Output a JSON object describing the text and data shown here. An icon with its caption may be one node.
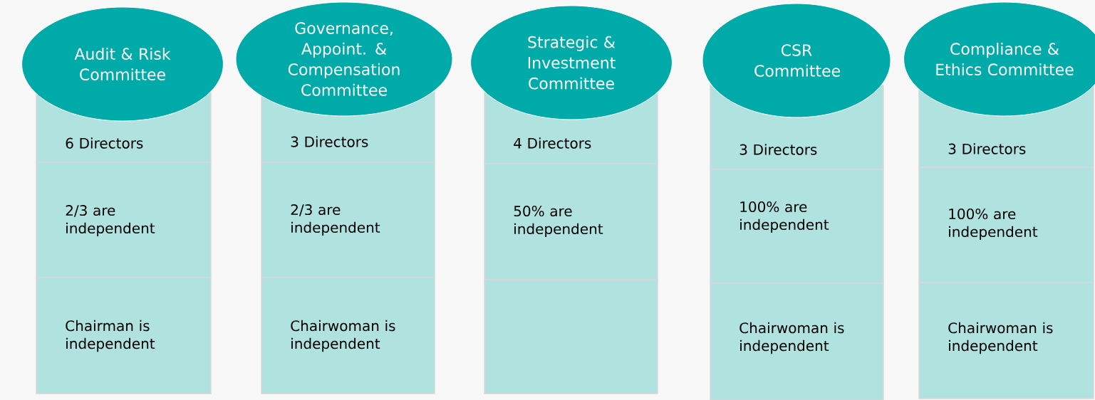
{
  "diagram": {
    "nodes": [
      {
        "text": [
          "Audit & Risk Committee"
        ]
      },
      {
        "text": [
          "6 Directors"
        ]
      },
      {
        "text": [
          "2/3 are independent"
        ]
      },
      {
        "text": [
          "Chairman is independent"
        ]
      },
      {
        "text": [
          "Governance, Appoint. & Compensation Committee"
        ]
      },
      {
        "text": [
          "3 Directors"
        ]
      },
      {
        "text": [
          "2/3 are independent"
        ]
      },
      {
        "text": [
          "Chairwoman is independent"
        ]
      },
      {
        "text": [
          "Strategic & Investment Committee"
        ]
      },
      {
        "text": [
          "4 Directors"
        ]
      },
      {
        "text": [
          "50% are independent"
        ]
      },
      {
        "text": [],
        "shape": "box"
      },
      {
        "text": [
          "CSR Committee"
        ]
      },
      {
        "text": [
          "3 Directors"
        ]
      },
      {
        "text": [
          "100% are independent"
        ]
      },
      {
        "text": [
          "Chairwoman is independent"
        ]
      },
      {
        "text": [
          "Compliance & Ethics Committee"
        ]
      },
      {
        "text": [
          "3 Directors"
        ]
      },
      {
        "text": [
          "100% are independent"
        ]
      },
      {
        "text": [
          "Chairwoman is independent"
        ]
      }
    ]
  }
}
